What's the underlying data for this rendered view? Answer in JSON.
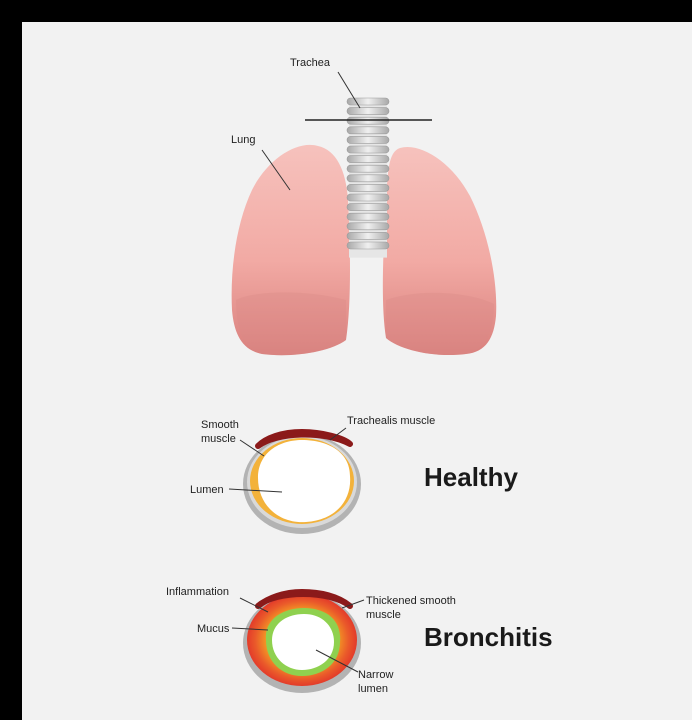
{
  "labels": {
    "trachea": "Trachea",
    "lung": "Lung",
    "smooth_muscle_line1": "Smooth",
    "smooth_muscle_line2": "muscle",
    "trachealis_muscle": "Trachealis muscle",
    "lumen": "Lumen",
    "inflammation": "Inflammation",
    "mucus": "Mucus",
    "thickened_line1": "Thickened smooth",
    "thickened_line2": "muscle",
    "narrow_line1": "Narrow",
    "narrow_line2": "lumen"
  },
  "states": {
    "healthy": "Healthy",
    "bronchitis": "Bronchitis"
  },
  "colors": {
    "background": "#f2f2f2",
    "frame": "#000000",
    "lung": "#f2a9a4",
    "lung_shadow": "#d98a87",
    "cartilage": "#d6d6d6",
    "smooth_muscle": "#f3b23a",
    "trachealis_muscle": "#8b1a1a",
    "inflammation": "#e84a2c",
    "mucus": "#8fd14f",
    "wall_outer": "#b5b5b5"
  }
}
